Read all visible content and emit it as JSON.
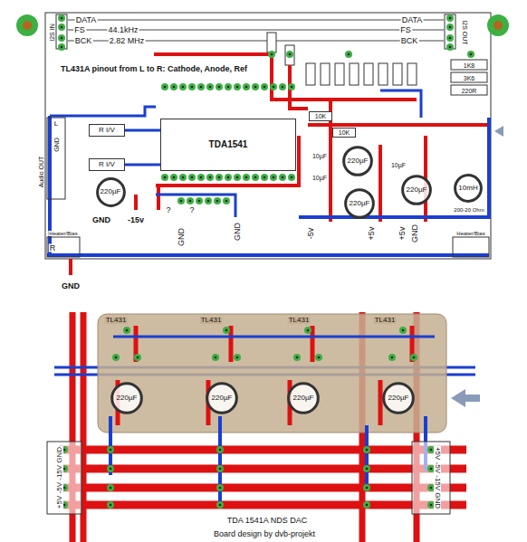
{
  "diagram": {
    "nodes": [
      {
        "text": [
          "TDA1541"
        ]
      },
      {
        "text": [
          "R I/V"
        ]
      },
      {
        "text": [
          "R I/V"
        ]
      },
      {
        "text": [
          "220µF"
        ]
      },
      {
        "text": [
          "10K"
        ]
      },
      {
        "text": [
          "10K"
        ]
      },
      {
        "text": [
          "220µF"
        ]
      },
      {
        "text": [
          "220µF"
        ]
      },
      {
        "text": [
          "220µF"
        ]
      },
      {
        "text": [
          "10mH"
        ]
      },
      {
        "text": [
          "220µF"
        ]
      },
      {
        "text": [
          "220µF"
        ]
      },
      {
        "text": [
          "220µF"
        ]
      },
      {
        "text": [
          "220µF"
        ]
      }
    ],
    "edges": [
      {
        "from": 0,
        "to": 1,
        "arrow": "none"
      },
      {
        "from": 0,
        "to": 2,
        "arrow": "none"
      }
    ],
    "labels": [
      "DATA",
      "FS",
      "44.1kHz",
      "BCK",
      "2.82 MHz",
      "I2S IN",
      "DATA",
      "FS",
      "BCK",
      "I2S OUT",
      "TL431A pinout from L to R: Cathode, Anode, Ref",
      "L",
      "GND",
      "Audio OUT",
      "GND",
      "-15v",
      "?",
      "?",
      "GND",
      "GND",
      "-5v",
      "+5v",
      "+5v",
      "GND",
      "1K8",
      "3K6",
      "220R",
      "10µF",
      "10µF",
      "10µF",
      "200-20 Ohm",
      "Heater/Bias",
      "R",
      "Heater/Bias",
      "GND",
      "TL431",
      "TL431",
      "TL431",
      "TL431",
      "+5V -5V -15V GND",
      "+5V -5V -15V GND",
      "TDA 1541A NDS DAC",
      "Board design by dvb-projekt"
    ]
  }
}
